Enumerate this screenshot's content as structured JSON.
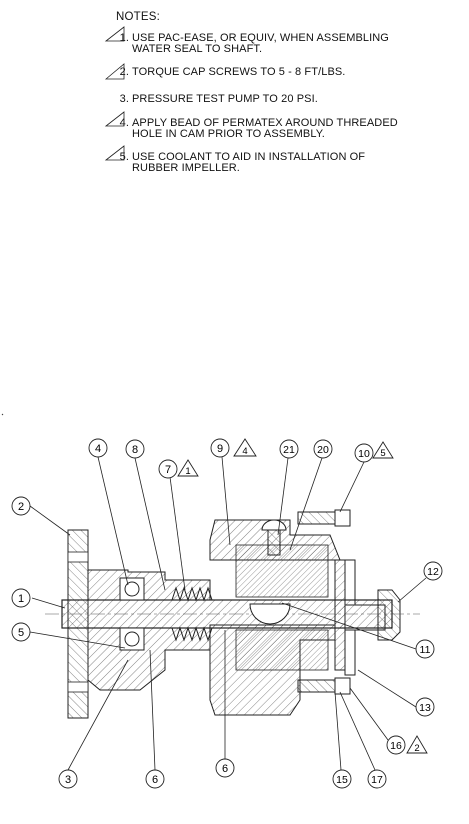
{
  "notes": {
    "title": "NOTES:",
    "items": [
      {
        "num": "1.",
        "flagged": true,
        "lines": [
          "USE PAC-EASE, OR EQUIV, WHEN ASSEMBLING",
          "WATER SEAL TO SHAFT."
        ]
      },
      {
        "num": "2.",
        "flagged": true,
        "lines": [
          "TORQUE CAP SCREWS TO 5 - 8 FT/LBS."
        ]
      },
      {
        "num": "3.",
        "flagged": false,
        "lines": [
          "PRESSURE TEST PUMP TO 20 PSI."
        ]
      },
      {
        "num": "4.",
        "flagged": true,
        "lines": [
          "APPLY BEAD OF PERMATEX AROUND THREADED",
          "HOLE IN CAM PRIOR TO ASSEMBLY."
        ]
      },
      {
        "num": "5.",
        "flagged": true,
        "lines": [
          "USE COOLANT TO AID IN INSTALLATION OF",
          "RUBBER IMPELLER."
        ]
      }
    ]
  },
  "drawing": {
    "balloons": [
      "1",
      "2",
      "3",
      "4",
      "5",
      "6",
      "6",
      "7",
      "8",
      "9",
      "10",
      "11",
      "12",
      "13",
      "15",
      "16",
      "17",
      "20",
      "21"
    ],
    "flags": [
      "1",
      "4",
      "5",
      "2"
    ]
  }
}
